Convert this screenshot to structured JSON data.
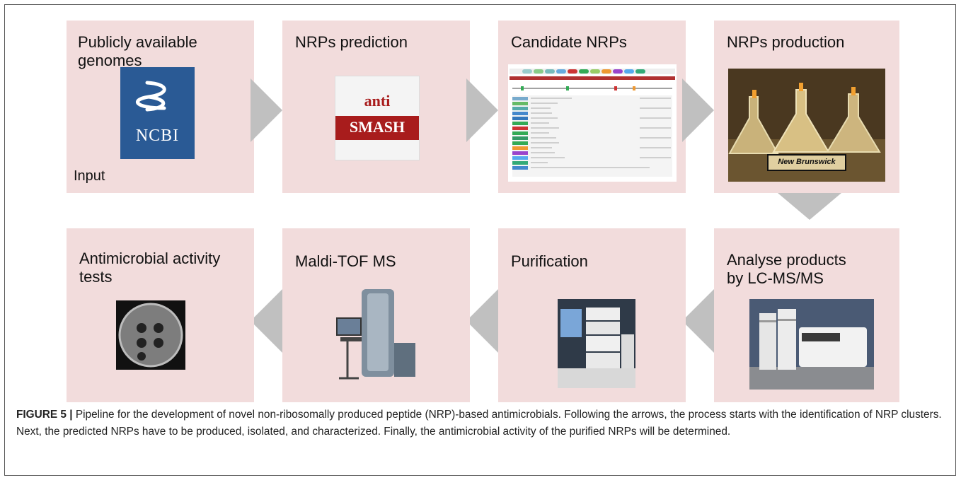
{
  "steps": {
    "s1": {
      "title": "Publicly available\ngenomes",
      "input_label": "Input",
      "logo_text": "NCBI"
    },
    "s2": {
      "title": "NRPs prediction",
      "logo_top": "anti",
      "logo_bottom": "SMASH"
    },
    "s3": {
      "title": "Candidate NRPs"
    },
    "s4": {
      "title": "NRPs production",
      "sign_text": "New Brunswick"
    },
    "s5": {
      "title": "Analyse products\nby LC-MS/MS"
    },
    "s6": {
      "title": "Purification"
    },
    "s7": {
      "title": "Maldi-TOF MS"
    },
    "s8": {
      "title": "Antimicrobial activity\ntests"
    }
  },
  "caption": {
    "label": "FIGURE 5 |",
    "text": " Pipeline for the development of novel non-ribosomally produced peptide (NRP)-based antimicrobials. Following the arrows, the process starts with the identification of NRP clusters. Next, the predicted NRPs have to be produced, isolated, and characterized. Finally, the antimicrobial activity of the purified NRPs will be determined."
  },
  "colors": {
    "box": "#f2dcdc",
    "arrow": "#c0c0c0",
    "ncbi": "#2a5a95",
    "smash": "#a81c1c"
  }
}
